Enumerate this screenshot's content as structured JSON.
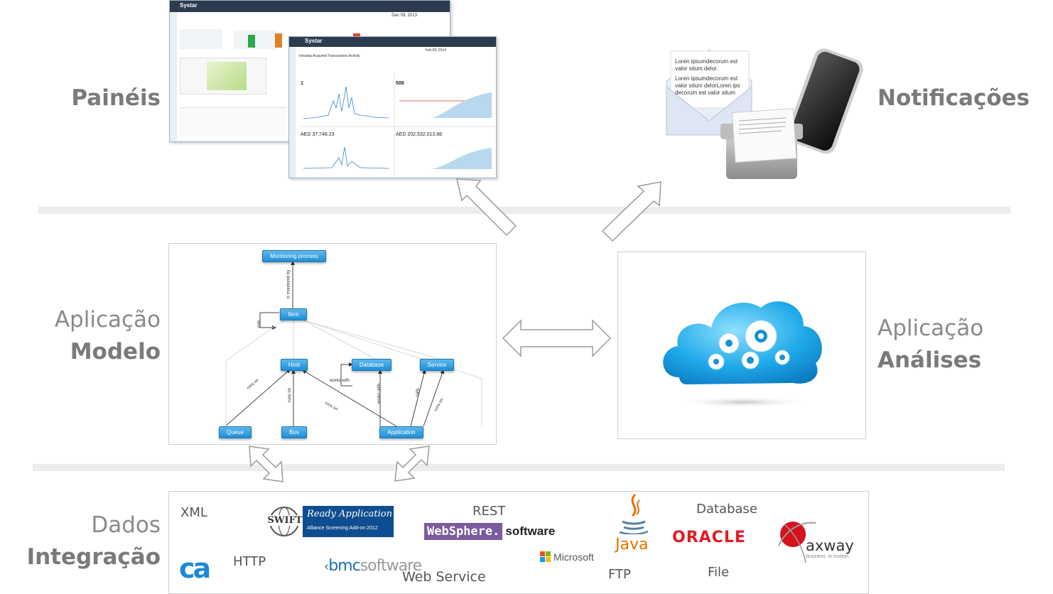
{
  "left_labels": {
    "paineis": "Painéis",
    "aplicacao_modelo_line1": "Aplicação",
    "aplicacao_modelo_line2": "Modelo",
    "dados_line1": "Dados",
    "dados_line2": "Integração"
  },
  "right_labels": {
    "notificacoes": "Notificações",
    "aplicacao_analises_line1": "Aplicação",
    "aplicacao_analises_line2": "Análises"
  },
  "notification_card": {
    "text1": "Loren ipsumdecorum est valor situm delor.",
    "text2": "Loren ipsumdecorum est valor situm delorLoren ips decorum est valor situm"
  },
  "dashboard": {
    "brand": "Systar",
    "date1": "Dec 09, 2013",
    "date2": "Feb 09, 2014",
    "title2": "Intraday Acquired Transactions Activity",
    "value1": "1",
    "value2": "508",
    "value3": "AED 37,748.23",
    "value4": "AED 202,532,013.88"
  },
  "model": {
    "nodes": {
      "monitoring": "Monitoring process",
      "item": "Item",
      "host": "Host",
      "database": "Database",
      "service": "Service",
      "queue": "Queue",
      "bus": "Bus",
      "application": "Application"
    },
    "edges": {
      "is_monitored_by": "is monitored by",
      "rule": "rule",
      "runs_on_1": "runs on",
      "runs_on_2": "runs on",
      "runs_on_3": "runs on",
      "runs_on_4": "runs on",
      "works_with_1": "works with",
      "works_with_2": "works with",
      "calls": "calls"
    }
  },
  "integration": {
    "xml": "XML",
    "http": "HTTP",
    "rest": "REST",
    "web_service": "Web Service",
    "database": "Database",
    "file": "File",
    "ftp": "FTP",
    "swift_logo": "SWIFT",
    "swift_title": "Ready Application",
    "swift_sub": "Alliance Screening Add-on 2012",
    "websphere": "WebSphere.",
    "websphere_software": "software",
    "microsoft": "Microsoft",
    "java": "Java",
    "oracle": "ORACLE",
    "axway": "axway",
    "axway_tag": "business. in motion.",
    "bmc": "bmc",
    "bmc_software": "software",
    "ca": "ca"
  },
  "colors": {
    "label_gray": "#7a7a7a",
    "node_blue": "#1f8fd6",
    "websphere_purple": "#7b5a9d",
    "oracle_red": "#e31b23",
    "swift_blue": "#0e4d8f",
    "ca_blue": "#1b8ad3"
  }
}
